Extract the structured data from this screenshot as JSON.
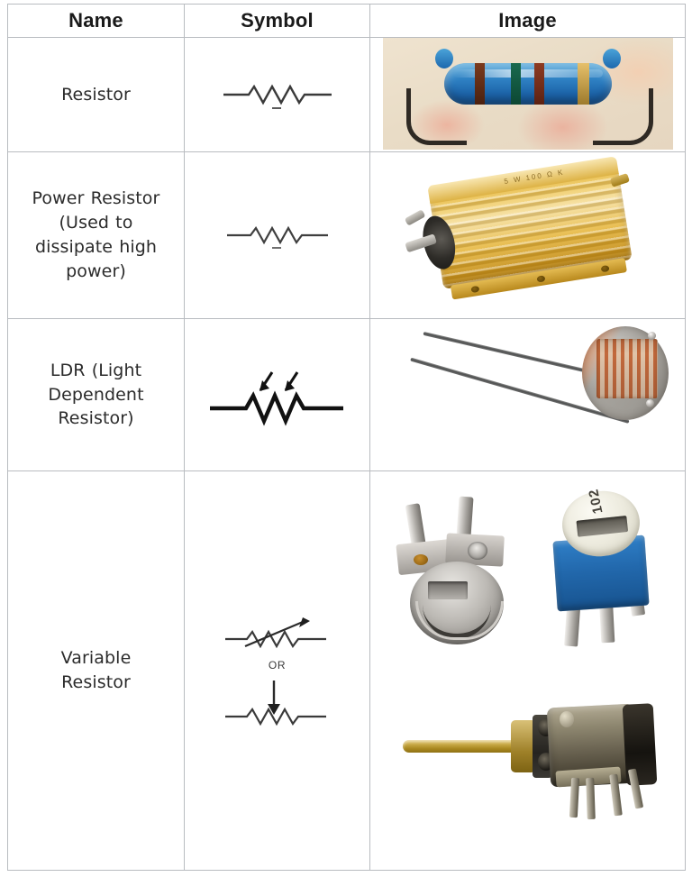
{
  "table": {
    "headers": {
      "name": "Name",
      "symbol": "Symbol",
      "image": "Image"
    },
    "rows": [
      {
        "name": "Resistor",
        "name_lines": [
          "Resistor"
        ],
        "symbol": "resistor-zigzag-symbol",
        "symbol_alt_label": null,
        "image": "blue-axial-resistor-photo",
        "image_description": "Blue metal film resistor with colour bands and bent leads"
      },
      {
        "name": "Power Resistor (Used to dissipate high power)",
        "name_lines": [
          "Power Resistor",
          "(Used to",
          "dissipate high",
          "power)"
        ],
        "symbol": "resistor-zigzag-symbol",
        "symbol_alt_label": null,
        "image": "gold-power-resistor-photo",
        "image_description": "Gold aluminium housed wirewound power resistor"
      },
      {
        "name": "LDR (Light Dependent Resistor)",
        "name_lines": [
          "LDR (Light",
          "Dependent",
          "Resistor)"
        ],
        "symbol": "ldr-symbol",
        "symbol_alt_label": null,
        "image": "ldr-photo",
        "image_description": "Light dependent resistor disc with two long leads"
      },
      {
        "name": "Variable Resistor",
        "name_lines": [
          "Variable",
          "Resistor"
        ],
        "symbol": "variable-resistor-symbol",
        "symbol_alt_label": "OR",
        "image": "variable-resistor-photos",
        "image_description": "Metal preset trimmer, blue trimmer marked 102, and rotary potentiometer"
      }
    ]
  },
  "labels": {
    "trimmer_code": "102"
  },
  "power_resistor_marking": "5 W 100 Ω K"
}
